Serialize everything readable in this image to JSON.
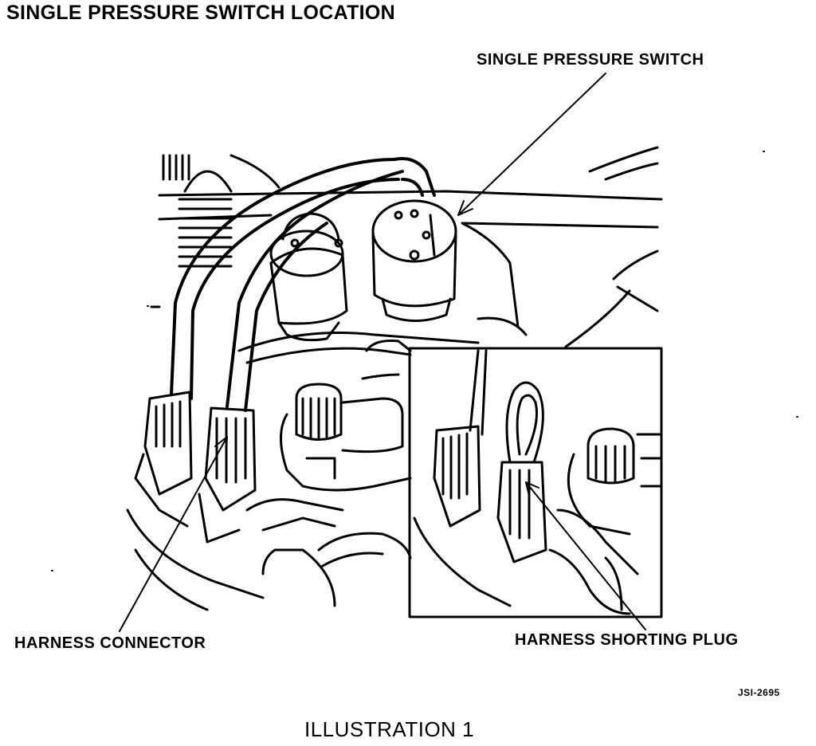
{
  "diagram": {
    "title": "SINGLE PRESSURE SWITCH LOCATION",
    "callouts": {
      "switch": "SINGLE PRESSURE SWITCH",
      "connector": "HARNESS CONNECTOR",
      "plug": "HARNESS SHORTING PLUG"
    },
    "reference_code": "JSI-2695",
    "caption": "ILLUSTRATION 1"
  },
  "colors": {
    "ink": "#000000",
    "paper": "#ffffff"
  }
}
